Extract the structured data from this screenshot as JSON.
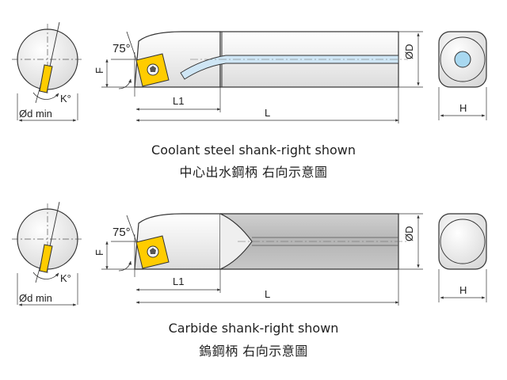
{
  "figure_coolant": {
    "end_view": {
      "k_label": "K°",
      "dmin_label": "Ød min"
    },
    "side_view": {
      "angle_label": "75°",
      "f_label": "F",
      "l1_label": "L1",
      "l_label": "L",
      "od_label": "ØD"
    },
    "section": {
      "h_label": "H"
    },
    "caption_en": "Coolant steel shank-right shown",
    "caption_zh": "中心出水鋼柄  右向示意圖"
  },
  "figure_carbide": {
    "end_view": {
      "k_label": "K°",
      "dmin_label": "Ød min"
    },
    "side_view": {
      "angle_label": "75°",
      "f_label": "F",
      "l1_label": "L1",
      "l_label": "L",
      "od_label": "ØD"
    },
    "section": {
      "h_label": "H"
    },
    "caption_en": "Carbide shank-right shown",
    "caption_zh": "鎢鋼柄  右向示意圖"
  },
  "colors": {
    "insert": "#ffcc00",
    "coolant_channel": "#cfe6f5",
    "coolant_hole": "#a8d8f0",
    "carbide_shank": "#b9b9b9",
    "body_fill": "#f0f0f0",
    "outline": "#333333"
  }
}
